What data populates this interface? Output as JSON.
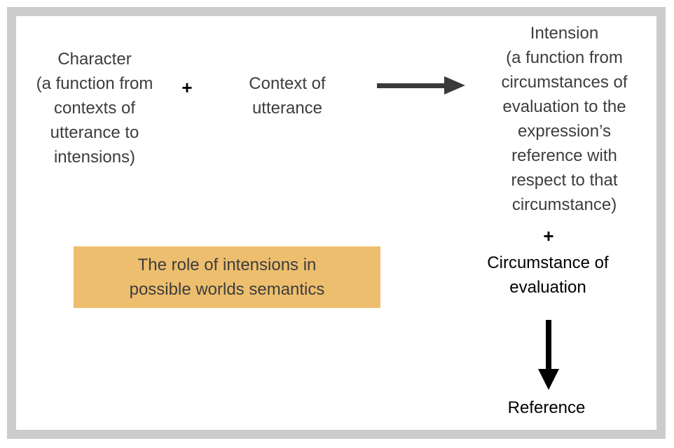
{
  "colors": {
    "background": "#ffffff",
    "frame_gray": "#cccccc",
    "text_gray": "#3d3d3d",
    "text_black": "#000000",
    "highlight_orange": "#edbe6e",
    "arrow_gray": "#3a3a3a",
    "arrow_black": "#000000"
  },
  "nodes": {
    "character": "Character\n(a function from\ncontexts of\nutterance to\nintensions)",
    "plus_top": "+",
    "context": "Context of\nutterance",
    "intension": "Intension\n(a function from\ncircumstances of\nevaluation to the\nexpression’s\nreference with\nrespect to that\ncircumstance)",
    "plus_right": "+",
    "circumstance": "Circumstance of\nevaluation",
    "reference": "Reference"
  },
  "caption": {
    "text": "The role of intensions in\npossible worlds semantics"
  }
}
